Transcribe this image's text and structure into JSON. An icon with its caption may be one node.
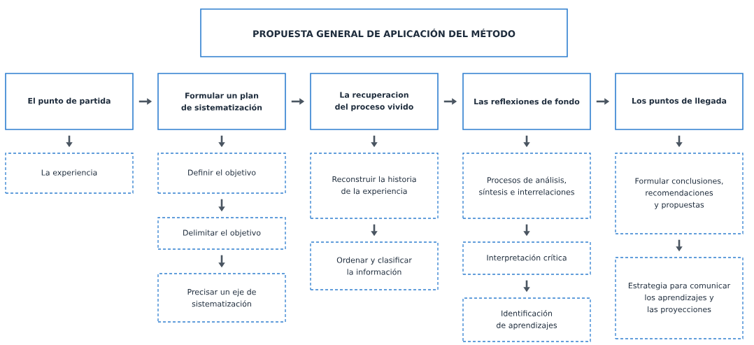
{
  "diagram": {
    "nodes": [
      {
        "text": [
          "PROPUESTA GENERAL DE APLICACIÓN DEL MÉTODO"
        ]
      },
      {
        "text": [
          "El punto de partida"
        ]
      },
      {
        "text": [
          "Formular un plan de sistematización"
        ]
      },
      {
        "text": [
          "La recuperacion del proceso vivido"
        ]
      },
      {
        "text": [
          "Las reflexiones de fondo"
        ]
      },
      {
        "text": [
          "Los puntos de llegada"
        ]
      },
      {
        "text": [
          "La experiencia"
        ]
      },
      {
        "text": [
          "Definir el objetivo"
        ]
      },
      {
        "text": [
          "Delimitar el objetivo"
        ]
      },
      {
        "text": [
          "Precisar un eje de sistematización"
        ]
      },
      {
        "text": [
          "Reconstruir la historia de la experiencia"
        ]
      },
      {
        "text": [
          "Ordenar y clasificar la información"
        ]
      },
      {
        "text": [
          "Procesos de análisis, síntesis e interrelaciones"
        ]
      },
      {
        "text": [
          "Interpretación crítica"
        ]
      },
      {
        "text": [
          "Identificación de aprendizajes"
        ]
      },
      {
        "text": [
          "Formular conclusiones, recomendaciones y propuestas"
        ]
      },
      {
        "text": [
          "Estrategia para comunicar los aprendizajes y las proyecciones"
        ]
      }
    ],
    "edges": [
      {
        "from": 1,
        "to": 2,
        "arrow": "to"
      },
      {
        "from": 2,
        "to": 3,
        "arrow": "to"
      },
      {
        "from": 3,
        "to": 4,
        "arrow": "to"
      },
      {
        "from": 4,
        "to": 5,
        "arrow": "to"
      },
      {
        "from": 1,
        "to": 6,
        "arrow": "to"
      },
      {
        "from": 2,
        "to": 7,
        "arrow": "to"
      },
      {
        "from": 7,
        "to": 8,
        "arrow": "to"
      },
      {
        "from": 8,
        "to": 9,
        "arrow": "to"
      },
      {
        "from": 3,
        "to": 10,
        "arrow": "to"
      },
      {
        "from": 10,
        "to": 11,
        "arrow": "to"
      },
      {
        "from": 4,
        "to": 12,
        "arrow": "to"
      },
      {
        "from": 12,
        "to": 13,
        "arrow": "to"
      },
      {
        "from": 13,
        "to": 14,
        "arrow": "to"
      },
      {
        "from": 5,
        "to": 15,
        "arrow": "to"
      },
      {
        "from": 15,
        "to": 16,
        "arrow": "to"
      }
    ]
  }
}
